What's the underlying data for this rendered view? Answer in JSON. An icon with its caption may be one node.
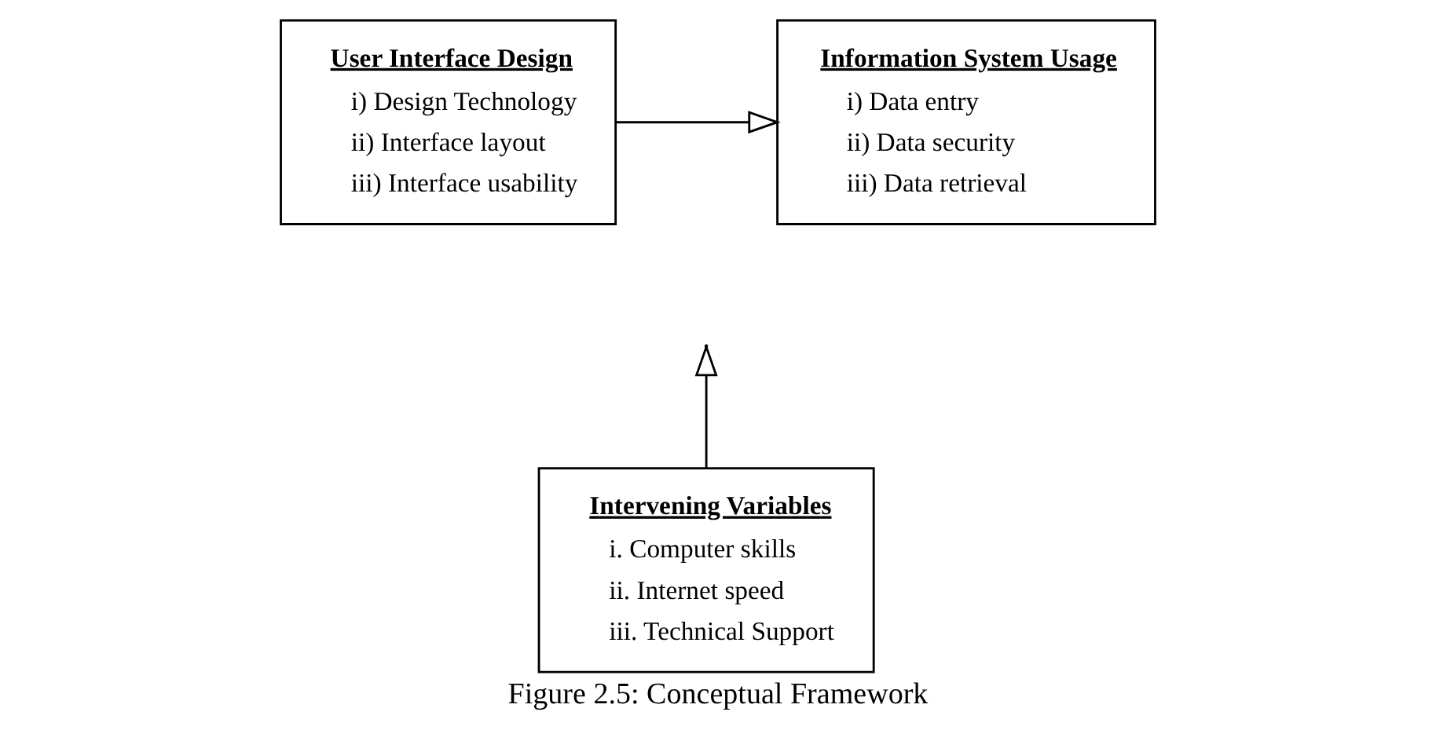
{
  "diagram": {
    "caption": "Figure 2.5: Conceptual Framework",
    "nodes": [
      {
        "text": [
          "User Interface Design",
          "i) Design Technology",
          "ii) Interface layout",
          "iii) Interface usability"
        ]
      },
      {
        "text": [
          "Information System Usage",
          "i) Data entry",
          "ii) Data security",
          "iii) Data retrieval"
        ]
      },
      {
        "text": [
          "Intervening Variables",
          "i. Computer skills",
          "ii. Internet speed",
          "iii. Technical Support"
        ]
      }
    ],
    "edges": [
      {
        "from": 0,
        "to": 1,
        "arrow": "to"
      },
      {
        "from": 2,
        "to": null,
        "arrow": "to"
      }
    ]
  }
}
